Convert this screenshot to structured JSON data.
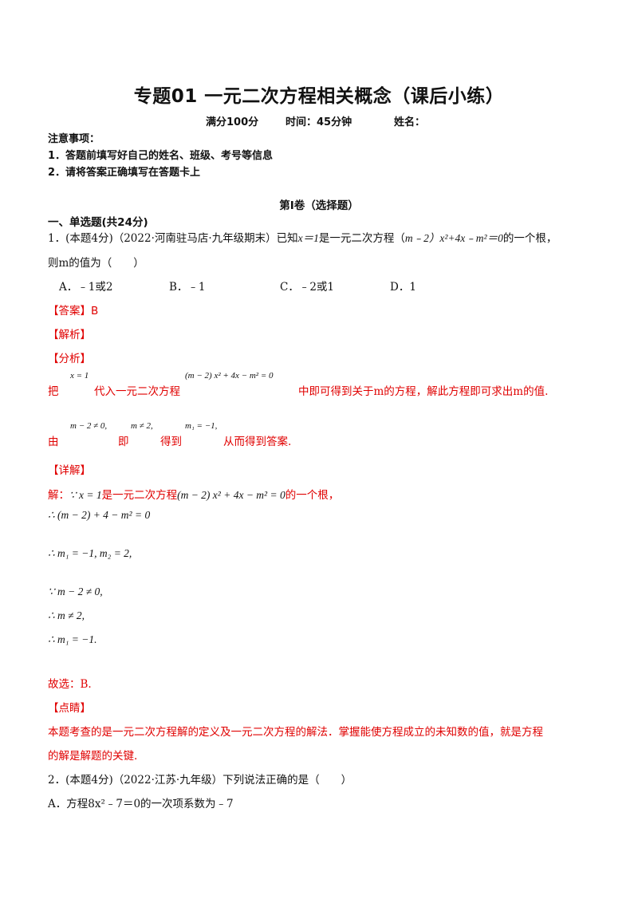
{
  "title": "专题01 一元二次方程相关概念（课后小练）",
  "meta": {
    "score": "满分100分",
    "time": "时间：45分钟",
    "name": "姓名："
  },
  "notes": {
    "header": "注意事项：",
    "item1": "1．答题前填写好自己的姓名、班级、考号等信息",
    "item2": "2．请将答案正确填写在答题卡上"
  },
  "section": {
    "header": "第I卷（选择题）",
    "sub": "一、单选题(共24分)"
  },
  "q1": {
    "stem_a": "1．(本题4分)（2022·河南驻马店·九年级期末）已知",
    "stem_x1": "x＝1",
    "stem_b": "是一元二次方程（",
    "stem_eq": "m﹣2）x²+4x﹣m²＝0",
    "stem_c": "的一个根，",
    "stem_line2": "则m的值为（　　）",
    "opt_a": "A．﹣1或2",
    "opt_b": "B．﹣1",
    "opt_c": "C．﹣2或1",
    "opt_d": "D．1",
    "answer_tag": "【答案】B",
    "jiexi_tag": "【解析】",
    "fenxi_tag": "【分析】",
    "fenxi_ba": "把",
    "fenxi_eq1": "x = 1",
    "fenxi_mid": "代入一元二次方程",
    "fenxi_eq2": "(m − 2) x² + 4x − m² = 0",
    "fenxi_end": "中即可得到关于m的方程，解此方程即可求出m的值.",
    "step_you": "由",
    "step_eq1": "m − 2 ≠ 0,",
    "step_ji": "即",
    "step_eq2": "m ≠ 2,",
    "step_dedao": "得到",
    "step_eq3": "m₁ = −1,",
    "step_end": "从而得到答案.",
    "xiangjie_tag": "【详解】",
    "jie_a": "解：",
    "jie_eq1": "∵ x = 1",
    "jie_b": "是一元二次方程",
    "jie_eq2": "(m − 2) x² + 4x − m² = 0",
    "jie_c": "的一个根，",
    "line1": "∴ (m − 2) + 4 − m² = 0",
    "line2": "∴ m₁ = −1, m₂ = 2,",
    "line3": "∵ m − 2 ≠ 0,",
    "line4": "∴ m ≠ 2,",
    "line5": "∴ m₁ = −1.",
    "guxuan": "故选：B.",
    "dianjing_tag": "【点睛】",
    "dianjing_1": "本题考查的是一元二次方程解的定义及一元二次方程的解法．掌握能使方程成立的未知数的值，就是方程",
    "dianjing_2": "的解是解题的关键."
  },
  "q2": {
    "stem": "2．(本题4分)（2022·江苏·九年级）下列说法正确的是（　　）",
    "opt_a": "A．方程8x²﹣7＝0的一次项系数为﹣7"
  }
}
